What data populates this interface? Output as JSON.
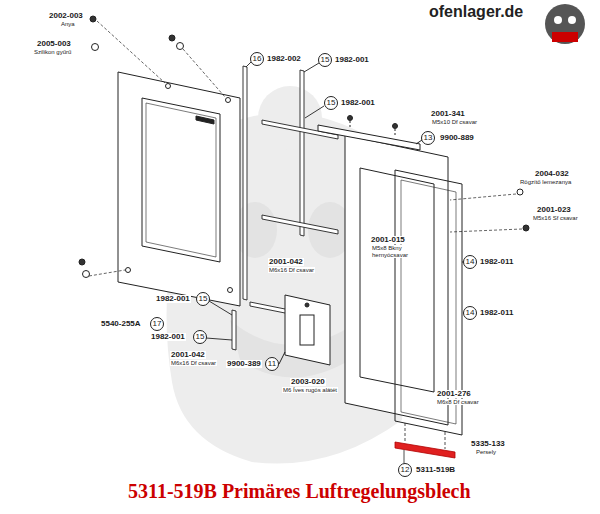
{
  "diagram": {
    "title": "5311-519B Primäres Luftregelungsblech",
    "nodes": [
      {
        "text": [
          "16"
        ]
      },
      {
        "text": [
          "15"
        ]
      },
      {
        "text": [
          "15"
        ]
      },
      {
        "text": [
          "13"
        ]
      },
      {
        "text": [
          "14"
        ]
      },
      {
        "text": [
          "15"
        ]
      },
      {
        "text": [
          "14"
        ]
      },
      {
        "text": [
          "17"
        ]
      },
      {
        "text": [
          "15"
        ]
      },
      {
        "text": [
          "11"
        ]
      },
      {
        "text": [
          "12"
        ]
      }
    ],
    "labels": [
      "ofenlager.de",
      "2002-003",
      "Anya",
      "2005-003",
      "Szilikon gyűrű",
      "1982-002",
      "1982-001",
      "1982-001",
      "2001-341",
      "M5x10 Df csavar",
      "9900-889",
      "2004-032",
      "Rögzítő lemezanya",
      "2001-023",
      "M5x16 Sf csavar",
      "2001-015",
      "M5x8 Bkny hernyócsavar",
      "1982-011",
      "2001-042",
      "M6x16 Df csavar",
      "1982-001",
      "1982-011",
      "5540-255A",
      "1982-001",
      "2001-042",
      "M6x16 Df csavar",
      "9900-389",
      "2003-020",
      "M6 Íves rugós alátét",
      "2001-276",
      "M6x8 Df csavar",
      "5335-133",
      "Persely",
      "5311-519B"
    ]
  }
}
